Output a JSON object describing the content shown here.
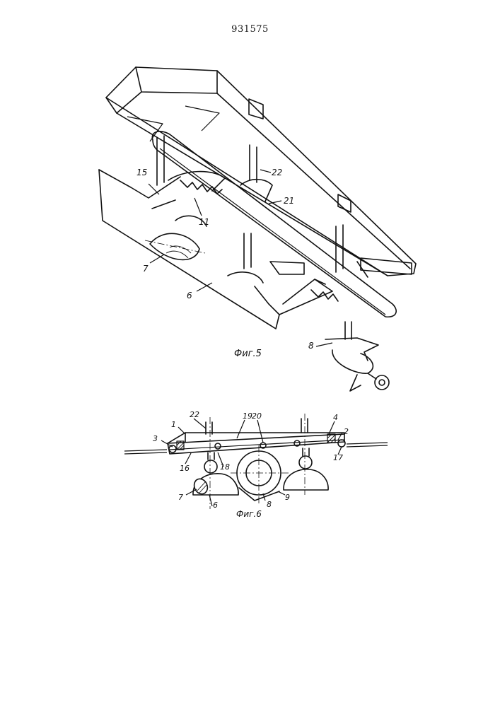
{
  "header": {
    "patent_number": "931575"
  },
  "figure5": {
    "caption": "Фиг.5",
    "labels": {
      "l15": "15",
      "l11": "11",
      "l22": "22",
      "l21": "21",
      "l7": "7",
      "l6": "6",
      "l8": "8"
    }
  },
  "figure6": {
    "caption": "Фиг.6",
    "labels": {
      "l22": "22",
      "l1": "1",
      "l19": "19",
      "l20": "20",
      "l4": "4",
      "l2": "2",
      "l3": "3",
      "l16": "16",
      "l18": "18",
      "l17": "17",
      "l7": "7",
      "l6": "6",
      "l8": "8",
      "l9": "9"
    }
  }
}
